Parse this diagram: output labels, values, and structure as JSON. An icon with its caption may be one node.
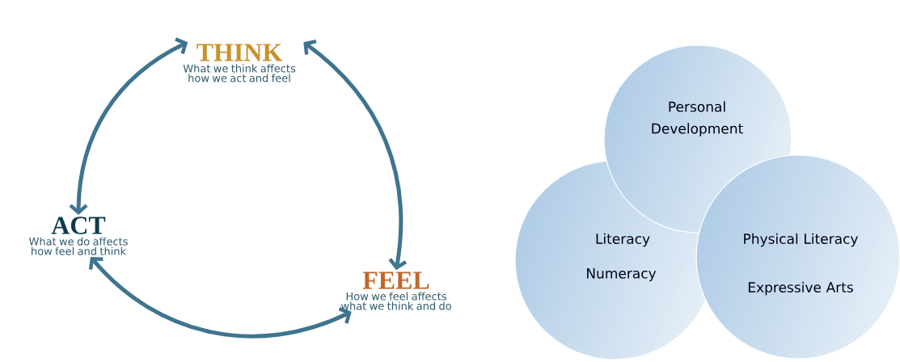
{
  "diagram": {
    "nodes": [
      {
        "text": [
          "THINK",
          "What we think affects how we act and feel"
        ]
      },
      {
        "text": [
          "ACT",
          "What we do affects how feel and think"
        ]
      },
      {
        "text": [
          "FEEL",
          "How we feel affects what we think and do"
        ]
      },
      {
        "text": [
          "Personal Development"
        ]
      },
      {
        "text": [
          "Literacy",
          "Numeracy"
        ]
      },
      {
        "text": [
          "Physical Literacy",
          "Expressive Arts"
        ]
      }
    ],
    "edges": [
      {
        "from": 1,
        "to": 0,
        "arrow": "both"
      },
      {
        "from": 0,
        "to": 2,
        "arrow": "both"
      },
      {
        "from": 1,
        "to": 2,
        "arrow": "both"
      }
    ]
  }
}
